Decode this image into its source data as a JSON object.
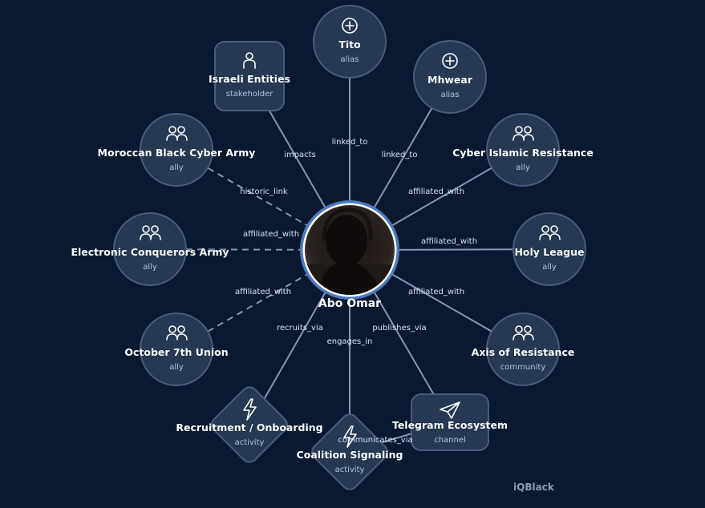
{
  "center": {
    "label": "Abo Omar",
    "ring_color": "#4a7ac0"
  },
  "nodes": [
    {
      "id": "tito",
      "label": "Tito",
      "type": "alias",
      "icon": "plus-circle-icon",
      "shape": "circle"
    },
    {
      "id": "mhwear",
      "label": "Mhwear",
      "type": "alias",
      "icon": "plus-circle-icon",
      "shape": "circle"
    },
    {
      "id": "israeli",
      "label": "Israeli Entities",
      "type": "stakeholder",
      "icon": "person-icon",
      "shape": "rect"
    },
    {
      "id": "moroccan",
      "label": "Moroccan Black Cyber Army",
      "type": "ally",
      "icon": "users-icon",
      "shape": "circle"
    },
    {
      "id": "cir",
      "label": "Cyber Islamic Resistance",
      "type": "ally",
      "icon": "users-icon",
      "shape": "circle"
    },
    {
      "id": "eca",
      "label": "Electronic Conquerors Army",
      "type": "ally",
      "icon": "users-icon",
      "shape": "circle"
    },
    {
      "id": "holy",
      "label": "Holy League",
      "type": "ally",
      "icon": "users-icon",
      "shape": "circle"
    },
    {
      "id": "oct7",
      "label": "October 7th Union",
      "type": "ally",
      "icon": "users-icon",
      "shape": "circle"
    },
    {
      "id": "axis",
      "label": "Axis of Resistance",
      "type": "community",
      "icon": "users-icon",
      "shape": "circle"
    },
    {
      "id": "recruit",
      "label": "Recruitment / Onboarding",
      "type": "activity",
      "icon": "lightning-icon",
      "shape": "diamond"
    },
    {
      "id": "coalition",
      "label": "Coalition Signaling",
      "type": "activity",
      "icon": "lightning-icon",
      "shape": "diamond"
    },
    {
      "id": "telegram",
      "label": "Telegram Ecosystem",
      "type": "channel",
      "icon": "send-icon",
      "shape": "rect"
    }
  ],
  "edges": [
    {
      "from": "center",
      "to": "tito",
      "label": "linked_to",
      "dashed": false
    },
    {
      "from": "center",
      "to": "mhwear",
      "label": "linked_to",
      "dashed": false
    },
    {
      "from": "center",
      "to": "israeli",
      "label": "impacts",
      "dashed": false
    },
    {
      "from": "center",
      "to": "moroccan",
      "label": "historic_link",
      "dashed": true
    },
    {
      "from": "center",
      "to": "cir",
      "label": "affiliated_with",
      "dashed": false
    },
    {
      "from": "center",
      "to": "eca",
      "label": "affiliated_with",
      "dashed": true
    },
    {
      "from": "center",
      "to": "holy",
      "label": "affiliated_with",
      "dashed": false
    },
    {
      "from": "center",
      "to": "oct7",
      "label": "affiliated_with",
      "dashed": true
    },
    {
      "from": "center",
      "to": "axis",
      "label": "affiliated_with",
      "dashed": false
    },
    {
      "from": "center",
      "to": "recruit",
      "label": "recruits_via",
      "dashed": false
    },
    {
      "from": "center",
      "to": "coalition",
      "label": "engages_in",
      "dashed": false
    },
    {
      "from": "center",
      "to": "telegram",
      "label": "publishes_via",
      "dashed": false
    },
    {
      "from": "coalition",
      "to": "telegram",
      "label": "communicates_via",
      "dashed": false
    }
  ],
  "watermark": "iQBlack"
}
